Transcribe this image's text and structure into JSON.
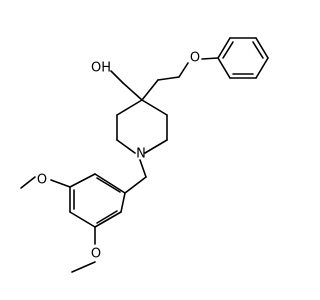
{
  "molecule": {
    "atom_labels": {
      "hydroxyl": "OH",
      "ether_oxygen": "O",
      "nitrogen": "N",
      "methoxy_top": "O",
      "methoxy_bottom": "O"
    }
  },
  "colors": {
    "bond": "#000000",
    "background": "#ffffff"
  }
}
